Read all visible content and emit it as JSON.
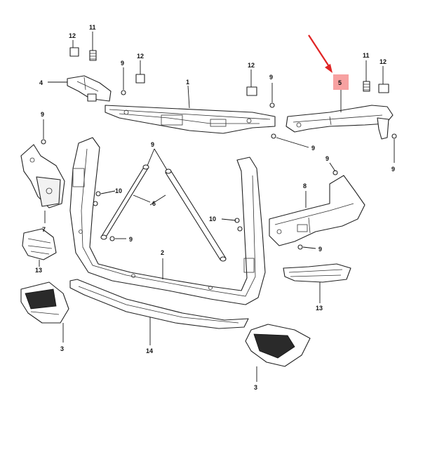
{
  "diagram": {
    "callouts": {
      "c1": "1",
      "c2": "2",
      "c3a": "3",
      "c3b": "3",
      "c4": "4",
      "c5": "5",
      "c6": "6",
      "c7": "7",
      "c8": "8",
      "c9a": "9",
      "c9b": "9",
      "c9c": "9",
      "c9d": "9",
      "c9e": "9",
      "c9f": "9",
      "c9g": "9",
      "c9h": "9",
      "c9i": "9",
      "c10a": "10",
      "c10b": "10",
      "c11a": "11",
      "c11b": "11",
      "c12a": "12",
      "c12b": "12",
      "c12c": "12",
      "c12d": "12",
      "c13a": "13",
      "c13b": "13",
      "c14": "14"
    },
    "highlight": {
      "color": "#f7a1a1",
      "arrow_color": "#e02424"
    }
  }
}
